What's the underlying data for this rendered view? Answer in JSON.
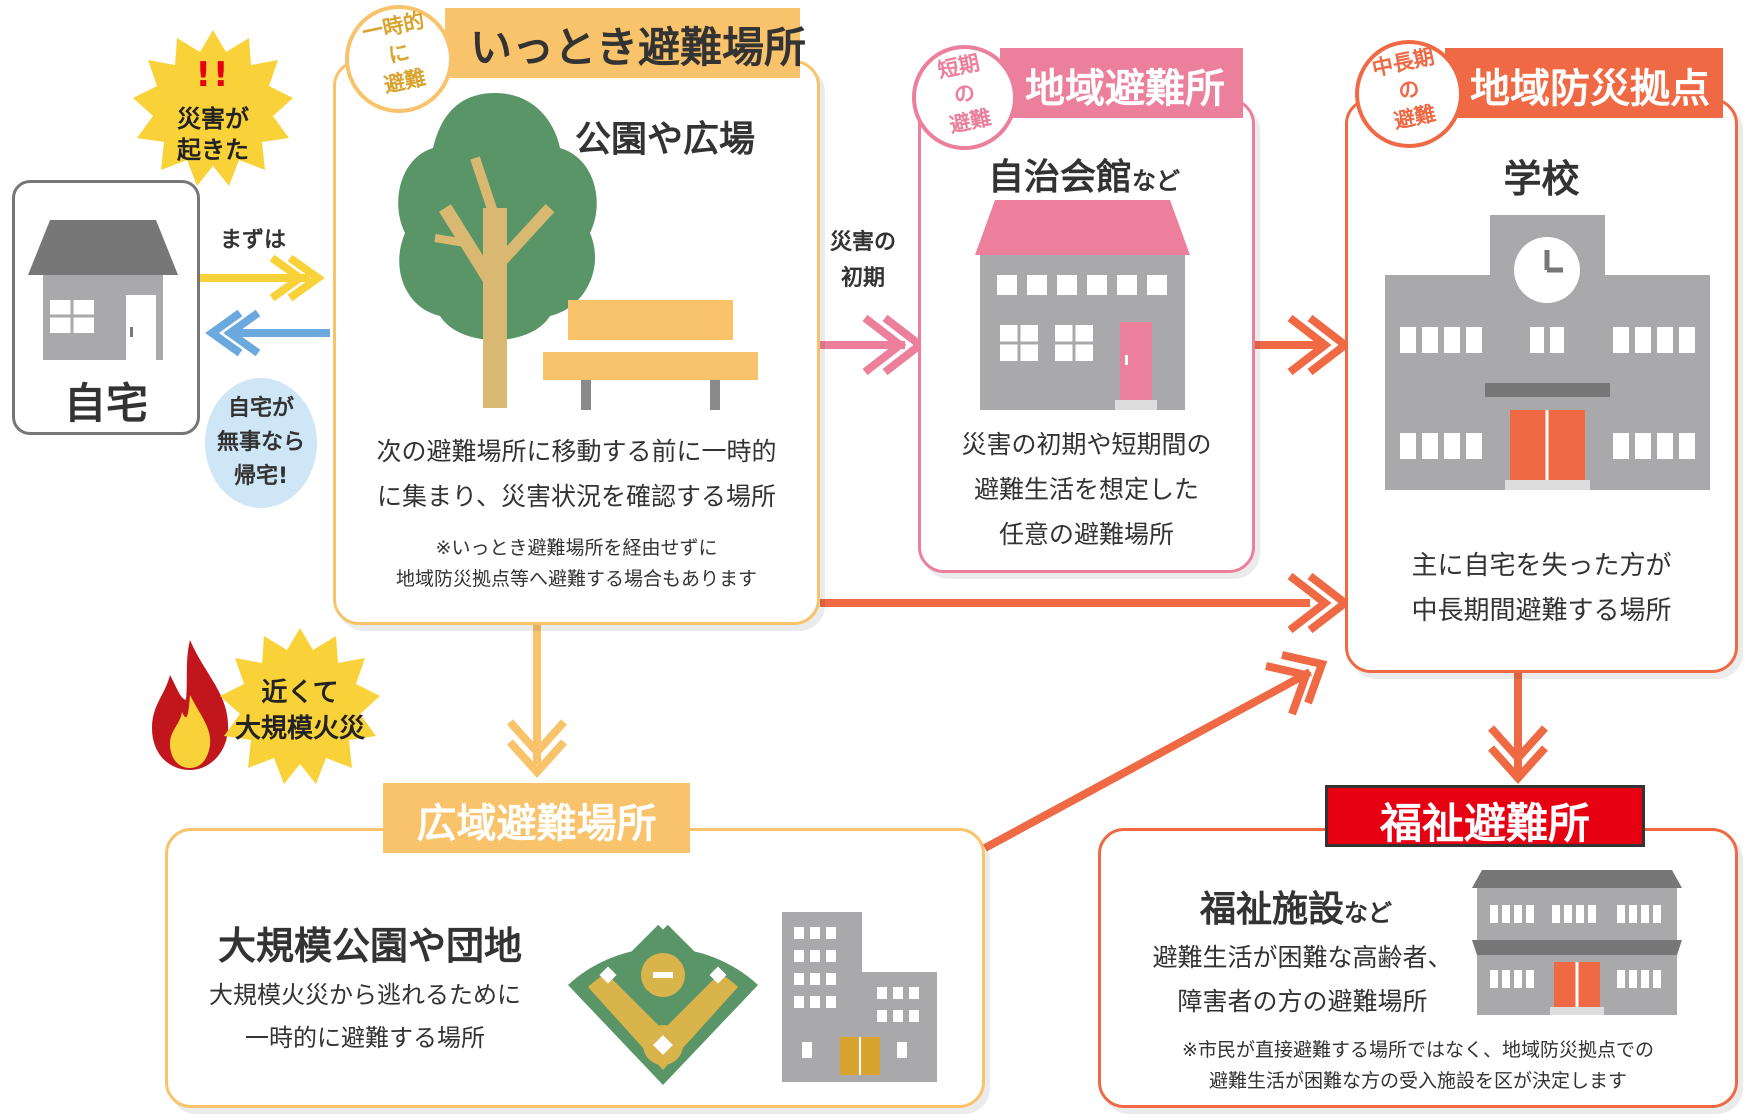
{
  "home": {
    "label": "自宅",
    "alert": "災害が\n起きた",
    "alert_marks": "!!",
    "first": "まずは",
    "return_note": "自宅が\n無事なら\n帰宅!"
  },
  "temporary": {
    "badge": "一時的\nに\n避難",
    "title": "いっとき避難場所",
    "subtitle": "公園や広場",
    "desc1": "次の避難場所に移動する前に一時的",
    "desc2": "に集まり、災害状況を確認する場所",
    "note1": "※いっとき避難場所を経由せずに",
    "note2": "地域防災拠点等へ避難する場合もあります"
  },
  "early_label": "災害の\n初期",
  "regional": {
    "badge": "短期\nの\n避難",
    "title": "地域避難所",
    "subtitle": "自治会館",
    "subtitle_suffix": "など",
    "desc1": "災害の初期や短期間の",
    "desc2": "避難生活を想定した",
    "desc3": "任意の避難場所"
  },
  "base": {
    "badge": "中長期\nの\n避難",
    "title": "地域防災拠点",
    "subtitle": "学校",
    "desc1": "主に自宅を失った方が",
    "desc2": "中長期間避難する場所"
  },
  "fire": {
    "label": "近くて\n大規模火災"
  },
  "wide": {
    "title": "広域避難場所",
    "subtitle": "大規模公園や団地",
    "desc1": "大規模火災から逃れるために",
    "desc2": "一時的に避難する場所"
  },
  "welfare": {
    "title": "福祉避難所",
    "subtitle": "福祉施設",
    "subtitle_suffix": "など",
    "desc1": "避難生活が困難な高齢者、",
    "desc2": "障害者の方の避難場所",
    "note1": "※市民が直接避難する場所ではなく、地域防災拠点での",
    "note2": "避難生活が困難な方の受入施設を区が決定します"
  },
  "colors": {
    "yellow": "#f9d23a",
    "orange_light": "#f8c36a",
    "pink": "#ec7f9c",
    "coral": "#ef6a44",
    "blue": "#6aa8de",
    "red": "#e60012"
  }
}
